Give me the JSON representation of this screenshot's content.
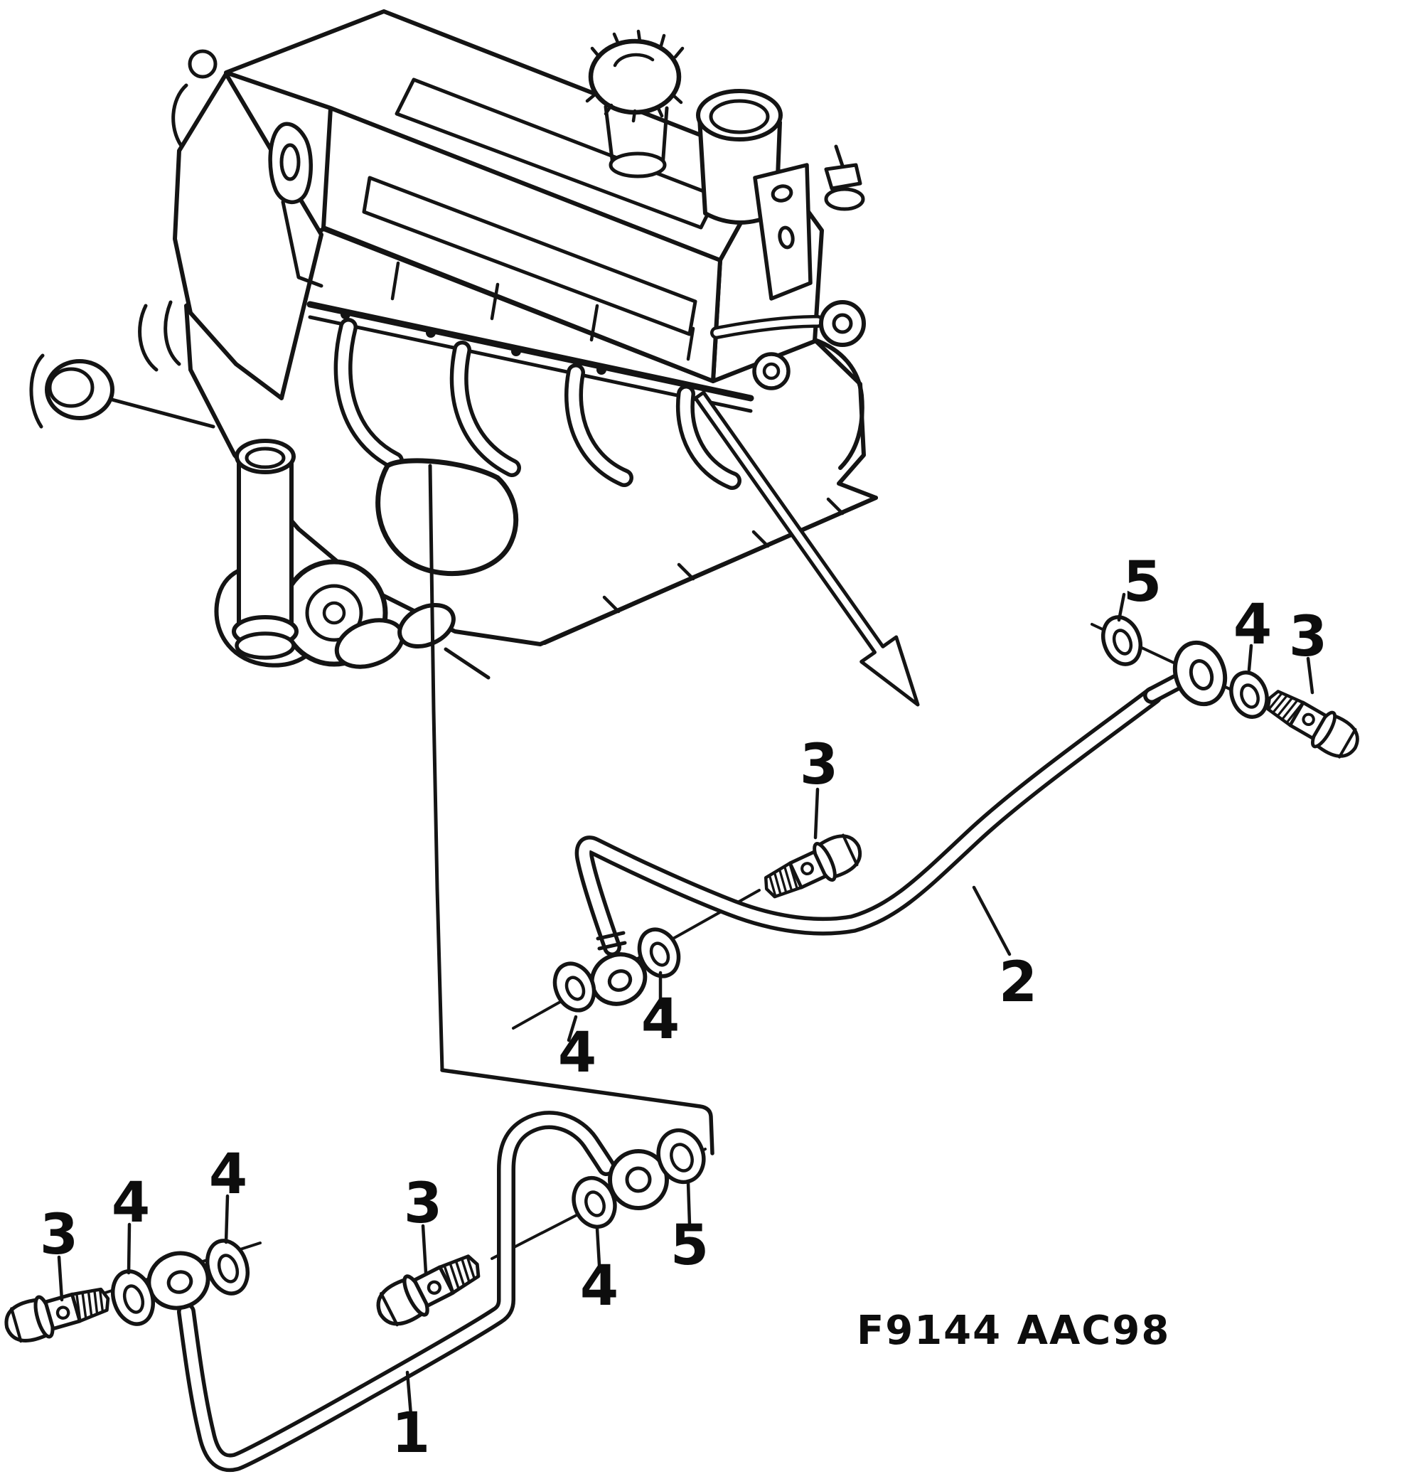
{
  "figure": {
    "code": "F9144 AAC98"
  },
  "diagram": {
    "type": "exploded-parts-diagram",
    "subject": "engine with turbo oil pipes and banjo fittings"
  },
  "callouts": {
    "c5_p2": {
      "label": "5"
    },
    "c4_p2end": {
      "label": "4"
    },
    "c3_p2end": {
      "label": "3"
    },
    "c3_p2mid": {
      "label": "3"
    },
    "c2": {
      "label": "2"
    },
    "c4_p2a": {
      "label": "4"
    },
    "c4_p2b": {
      "label": "4"
    },
    "c3_p1a": {
      "label": "3"
    },
    "c4_p1a": {
      "label": "4"
    },
    "c4_p1b": {
      "label": "4"
    },
    "c3_p1m": {
      "label": "3"
    },
    "c4_p1m": {
      "label": "4"
    },
    "c5_p1": {
      "label": "5"
    },
    "c1": {
      "label": "1"
    }
  }
}
